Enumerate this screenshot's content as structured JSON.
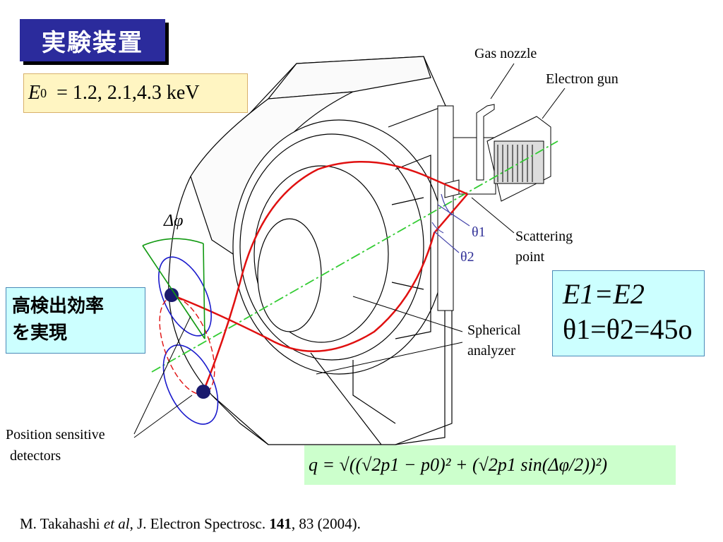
{
  "title": "実験装置",
  "energy": {
    "symbol": "E",
    "subscript": "0",
    "value": "= 1.2, 2.1,4.3 keV"
  },
  "efficiency": {
    "line1": "高検出効率",
    "line2": "を実現"
  },
  "conditions": {
    "line1": "E1=E2",
    "line2": "θ1=θ2=45o"
  },
  "formula": "q = √((√2p1 − p0)² + (√2p1 sin(Δφ/2))²)",
  "labels": {
    "gas_nozzle": "Gas nozzle",
    "electron_gun": "Electron gun",
    "theta1": "θ1",
    "theta2": "θ2",
    "scattering_point_1": "Scattering",
    "scattering_point_2": "point",
    "spherical_analyzer_1": "Spherical",
    "spherical_analyzer_2": "analyzer",
    "delta_phi": "Δφ",
    "psd_1": "Position sensitive",
    "psd_2": "detectors"
  },
  "citation": {
    "authors": "M. Takahashi ",
    "etal": "et al",
    "journal": ", J. Electron Spectrosc. ",
    "volume": "141",
    "pages": ", 83 (2004)."
  },
  "colors": {
    "title_bg": "#2b2b9c",
    "trajectory": "#e01010",
    "detector": "#1a1acc",
    "beam": "#33cc33"
  }
}
